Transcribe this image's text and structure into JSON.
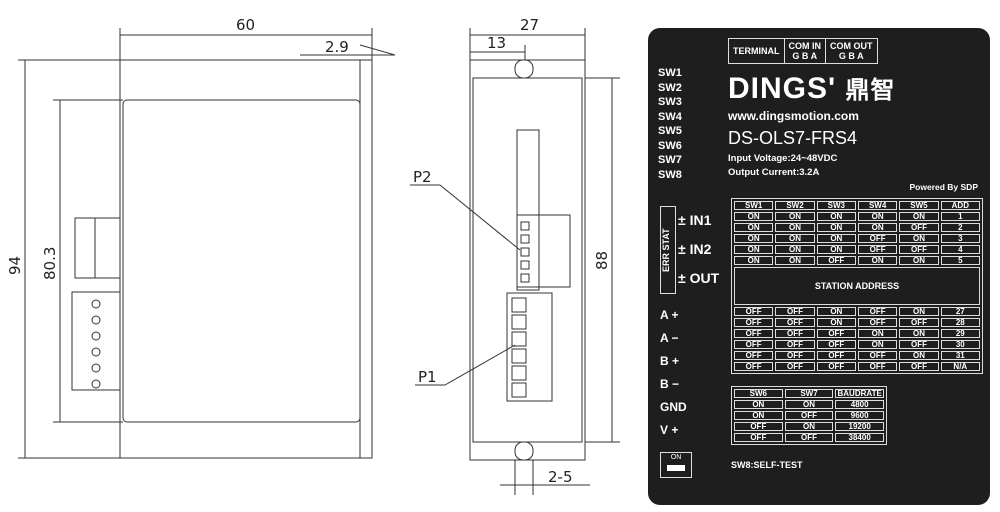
{
  "left_view": {
    "dim_width": "60",
    "dim_offset": "2.9",
    "dim_height": "94",
    "dim_inner_height": "80.3"
  },
  "side_view": {
    "dim_width": "27",
    "dim_half": "13",
    "dim_height": "88",
    "dim_slot": "2-5",
    "label_p2": "P2",
    "label_p1": "P1"
  },
  "panel": {
    "terminal": "TERMINAL",
    "com_in": "COM IN",
    "com_out": "COM OUT",
    "gba": "G B A",
    "switches": [
      "SW1",
      "SW2",
      "SW3",
      "SW4",
      "SW5",
      "SW6",
      "SW7",
      "SW8"
    ],
    "brand": "DINGS",
    "brand_cn": "鼎智",
    "website": "www.dingsmotion.com",
    "model": "DS-OLS7-FRS4",
    "input_voltage": "Input Voltage:24~48VDC",
    "output_current": "Output Current:3.2A",
    "powered_by": "Powered By SDP",
    "indicator": "ERR STAT",
    "io_labels": [
      "IN1",
      "IN2",
      "OUT"
    ],
    "pin_labels": [
      "A +",
      "A −",
      "B +",
      "B −",
      "GND",
      "V +"
    ],
    "addr_header": [
      "SW1",
      "SW2",
      "SW3",
      "SW4",
      "SW5",
      "ADD"
    ],
    "addr_rows_top": [
      [
        "ON",
        "ON",
        "ON",
        "ON",
        "ON",
        "1"
      ],
      [
        "ON",
        "ON",
        "ON",
        "ON",
        "OFF",
        "2"
      ],
      [
        "ON",
        "ON",
        "ON",
        "OFF",
        "ON",
        "3"
      ],
      [
        "ON",
        "ON",
        "ON",
        "OFF",
        "OFF",
        "4"
      ],
      [
        "ON",
        "ON",
        "OFF",
        "ON",
        "ON",
        "5"
      ]
    ],
    "station_address": "STATION ADDRESS",
    "addr_rows_bottom": [
      [
        "OFF",
        "OFF",
        "ON",
        "OFF",
        "ON",
        "27"
      ],
      [
        "OFF",
        "OFF",
        "ON",
        "OFF",
        "OFF",
        "28"
      ],
      [
        "OFF",
        "OFF",
        "OFF",
        "ON",
        "ON",
        "29"
      ],
      [
        "OFF",
        "OFF",
        "OFF",
        "ON",
        "OFF",
        "30"
      ],
      [
        "OFF",
        "OFF",
        "OFF",
        "OFF",
        "ON",
        "31"
      ],
      [
        "OFF",
        "OFF",
        "OFF",
        "OFF",
        "OFF",
        "N/A"
      ]
    ],
    "baud_header": [
      "SW6",
      "SW7",
      "BAUDRATE"
    ],
    "baud_rows": [
      [
        "ON",
        "ON",
        "4800"
      ],
      [
        "ON",
        "OFF",
        "9600"
      ],
      [
        "OFF",
        "ON",
        "19200"
      ],
      [
        "OFF",
        "OFF",
        "38400"
      ]
    ],
    "dip_on": "ON",
    "self_test": "SW8:SELF-TEST"
  }
}
